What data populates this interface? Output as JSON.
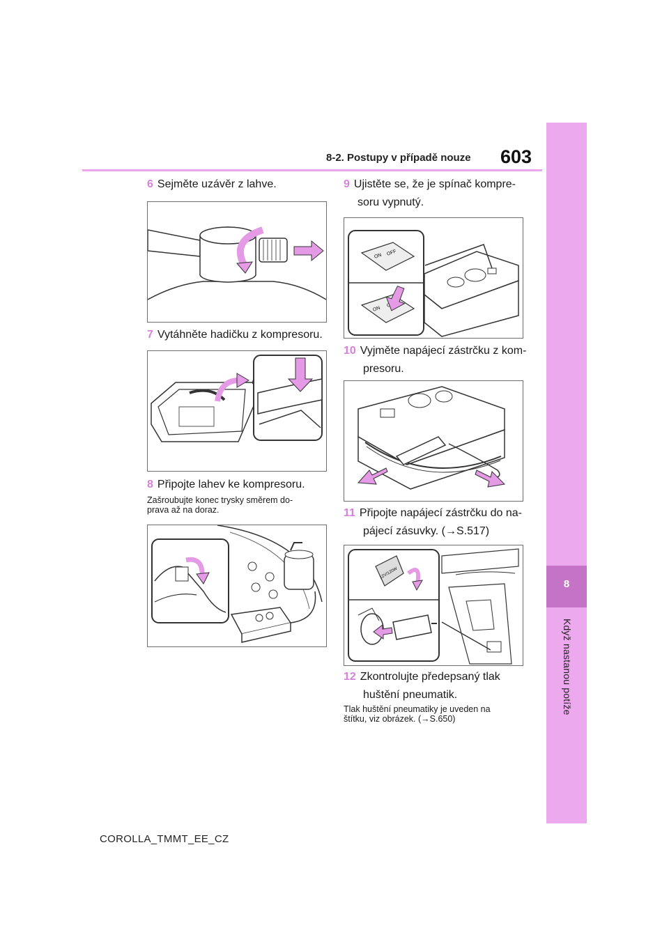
{
  "header": {
    "section_title": "8-2. Postupy v případě nouze",
    "page_number": "603"
  },
  "side_tab": {
    "chapter_number": "8",
    "chapter_title": "Když nastanou potíže"
  },
  "steps": [
    {
      "num": "6",
      "line1": "Sejměte uzávěr z lahve."
    },
    {
      "num": "7",
      "line1": "Vytáhněte hadičku z kompresoru."
    },
    {
      "num": "8",
      "line1": "Připojte lahev ke kompresoru.",
      "note_line1": "Zašroubujte konec trysky směrem do-",
      "note_line2": "prava až na doraz."
    },
    {
      "num": "9",
      "line1": "Ujistěte se, že je spínač kompre-",
      "line2": "soru vypnutý."
    },
    {
      "num": "10",
      "line1": "Vyjměte napájecí zástrčku z kom-",
      "line2": "presoru."
    },
    {
      "num": "11",
      "line1": "Připojte napájecí zástrčku do na-",
      "line2": "pájecí zásuvky. (→S.517)"
    },
    {
      "num": "12",
      "line1": "Zkontrolujte předepsaný tlak",
      "line2": "huštění pneumatik.",
      "note_line1": "Tlak huštění pneumatiky je uveden na",
      "note_line2": "štítku, viz obrázek. (→S.650)"
    }
  ],
  "figure_labels": {
    "switch_on": "ON",
    "switch_off": "OFF",
    "socket_label": "12V/120W"
  },
  "footer": {
    "doc_code": "COROLLA_TMMT_EE_CZ"
  },
  "colors": {
    "accent_pink": "#eda9ee",
    "accent_dark": "#c473c6",
    "step_number": "#d483d6",
    "arrow_fill": "#e59ae6"
  }
}
